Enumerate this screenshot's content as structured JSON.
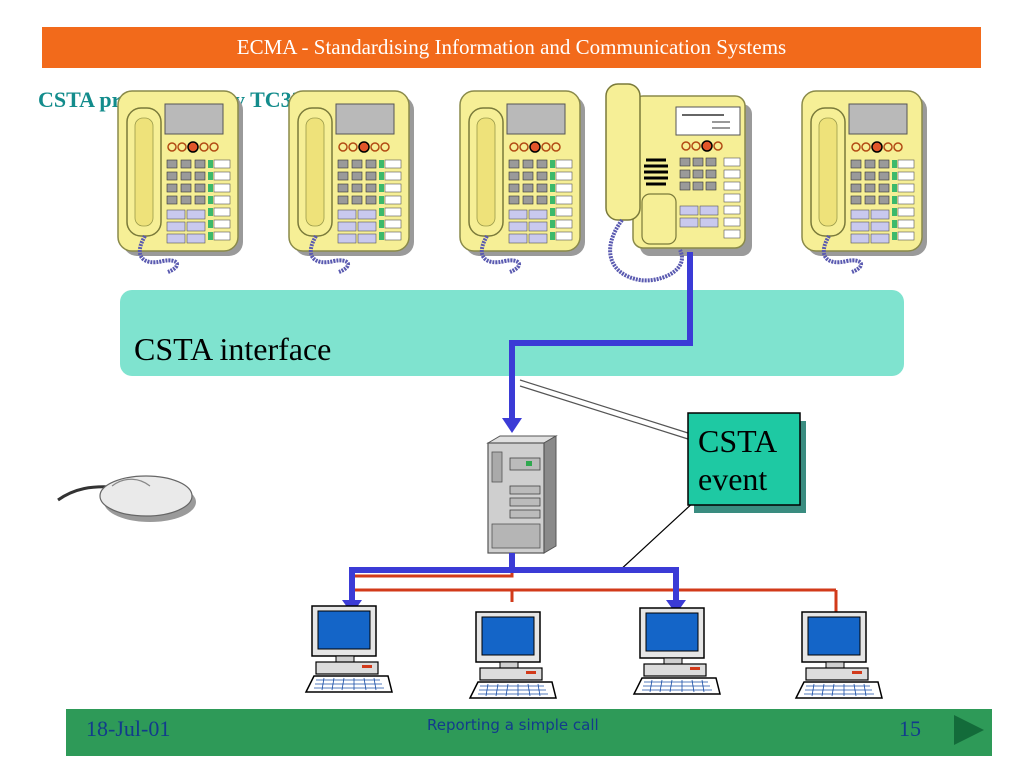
{
  "header": {
    "title": "ECMA - Standardising Information and Communication Systems"
  },
  "subtitle": "CSTA presentation by TC32-TG11",
  "diagram": {
    "interface_label": "CSTA interface",
    "event_label_line1": "CSTA",
    "event_label_line2": "event"
  },
  "footer": {
    "date": "18-Jul-01",
    "slide_title": "Reporting a simple call",
    "page_number": "15",
    "next_icon": "play-arrow-icon"
  },
  "colors": {
    "header": "#f26a1b",
    "footer": "#2e9a58",
    "interface": "#7fe3cf",
    "event_box": "#1ec9a3",
    "blue_line": "#3b3bd6",
    "red_line": "#d23a1a"
  }
}
